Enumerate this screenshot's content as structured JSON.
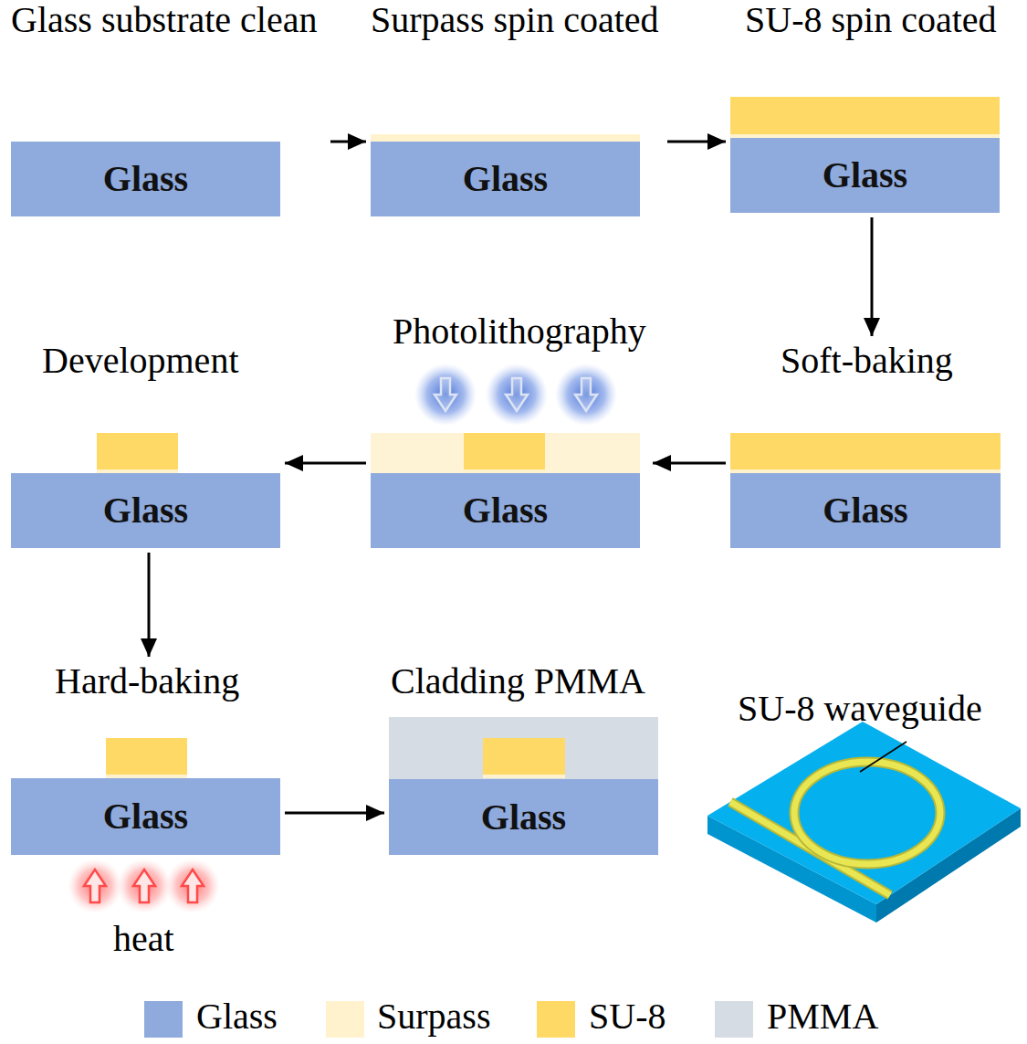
{
  "diagram": {
    "nodes": [
      {
        "text": [
          "Glass substrate clean",
          "Glass"
        ]
      },
      {
        "text": [
          "Surpass spin coated",
          "Glass"
        ]
      },
      {
        "text": [
          "SU-8 spin coated",
          "Glass"
        ]
      },
      {
        "text": [
          "Soft-baking",
          "Glass"
        ]
      },
      {
        "text": [
          "Photolithography",
          "Glass"
        ]
      },
      {
        "text": [
          "Development",
          "Glass"
        ]
      },
      {
        "text": [
          "Hard-baking",
          "Glass",
          "heat"
        ]
      },
      {
        "text": [
          "Cladding PMMA",
          "Glass"
        ]
      }
    ],
    "edges": [
      {
        "from": 0,
        "to": 1,
        "arrow": "to"
      },
      {
        "from": 1,
        "to": 2,
        "arrow": "to"
      },
      {
        "from": 2,
        "to": 3,
        "arrow": "to"
      },
      {
        "from": 3,
        "to": 4,
        "arrow": "to"
      },
      {
        "from": 4,
        "to": 5,
        "arrow": "to"
      },
      {
        "from": 5,
        "to": 6,
        "arrow": "to"
      },
      {
        "from": 6,
        "to": 7,
        "arrow": "to"
      }
    ],
    "labels": [
      "SU-8 waveguide"
    ],
    "legend": [
      {
        "text": "Glass",
        "color": "#8FAADC"
      },
      {
        "text": "Surpass",
        "color": "#FFF2CC"
      },
      {
        "text": "SU-8",
        "color": "#FFD966"
      },
      {
        "text": "PMMA",
        "color": "#D6DCE4"
      }
    ]
  }
}
